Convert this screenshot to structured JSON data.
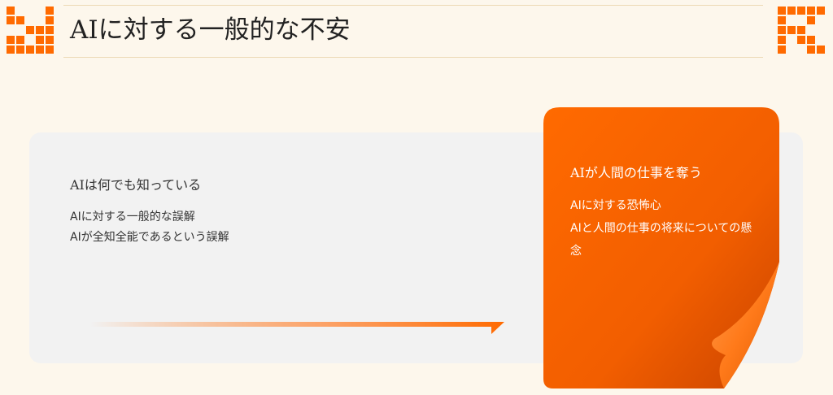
{
  "page": {
    "title": "AIに対する一般的な不安"
  },
  "theme": {
    "background": "#fdf7ec",
    "accent": "#ff6a00",
    "accent_dark": "#d94a00",
    "panel": "#f2f2f2",
    "rule": "#ecd9b4"
  },
  "decorations": {
    "left_icon": "pixel-grid-icon",
    "right_icon": "pixel-grid-icon"
  },
  "misconceptions": {
    "heading": "AIは何でも知っている",
    "items": [
      "AIに対する一般的な誤解",
      "AIが全知全能であるという誤解"
    ]
  },
  "job_fears": {
    "heading": "AIが人間の仕事を奪う",
    "items": [
      "AIに対する恐怖心",
      "AIと人間の仕事の将来についての懸念"
    ]
  }
}
